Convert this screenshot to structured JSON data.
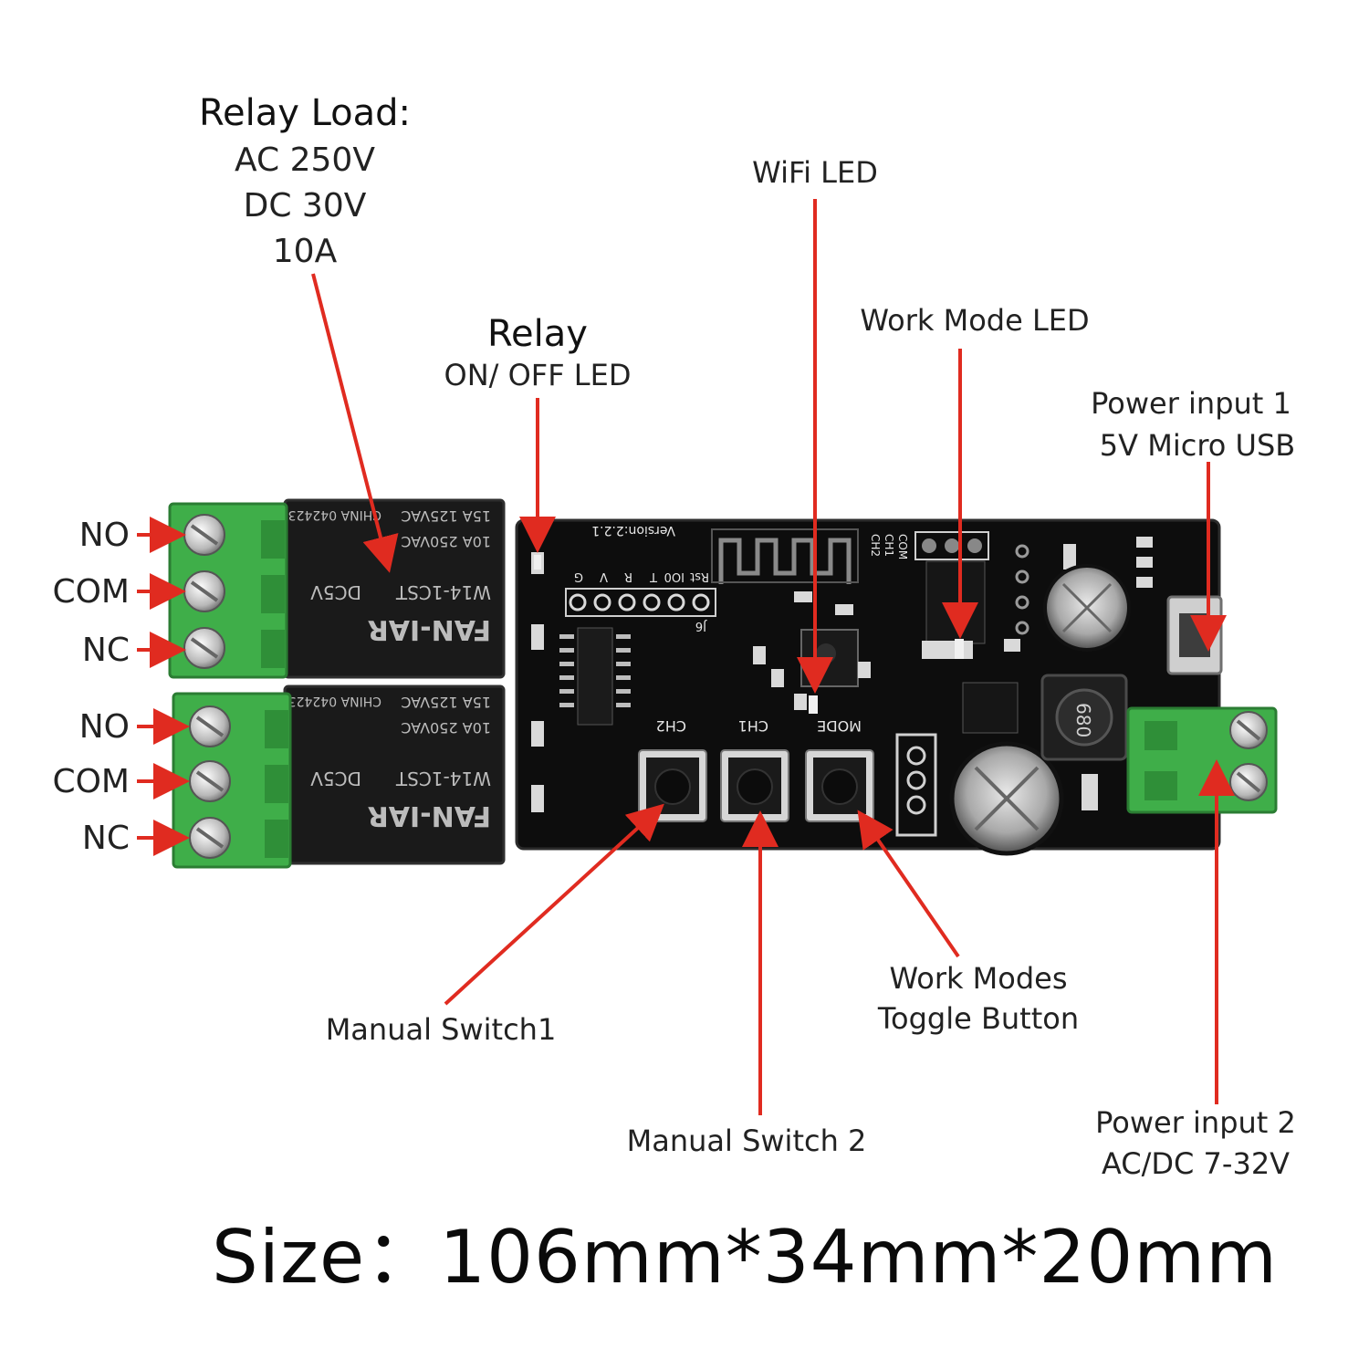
{
  "labels": {
    "relay_load": {
      "title": "Relay Load:",
      "lines": [
        "AC 250V",
        "DC 30V",
        "10A"
      ]
    },
    "relay_led": {
      "title": "Relay",
      "subtitle": "ON/ OFF LED"
    },
    "wifi_led": {
      "title": "WiFi LED"
    },
    "work_mode_led": {
      "title": "Work Mode LED"
    },
    "power_input_1": {
      "title": "Power input 1",
      "subtitle": "5V Micro USB"
    },
    "power_input_2": {
      "title": "Power input 2",
      "subtitle": "AC/DC 7-32V"
    },
    "manual_switch_1": "Manual Switch1",
    "manual_switch_2": "Manual Switch 2",
    "work_modes_toggle": {
      "line1": "Work Modes",
      "line2": "Toggle Button"
    }
  },
  "terminals": {
    "channel_1": [
      "NO",
      "COM",
      "NC"
    ],
    "channel_2": [
      "NO",
      "COM",
      "NC"
    ]
  },
  "board": {
    "version": "Version:2.2.1",
    "header_pins": [
      "G",
      "V",
      "R",
      "T",
      "IO0",
      "Rst"
    ],
    "header_name": "J6",
    "com_pins": [
      "COM",
      "CH1",
      "CH2"
    ],
    "relay_brand": "FAN-IAR",
    "relay_model": "W14-1CST",
    "relay_coil": "DC5V",
    "relay_rating_1": "15A 125VAC",
    "relay_rating_2": "10A 250VAC",
    "relay_origin": "CHINA 042423",
    "button_labels": [
      "CH2",
      "CH1",
      "MODE"
    ],
    "inductor_code": "680"
  },
  "footer": {
    "size": "Size：106mm*34mm*20mm"
  },
  "colors": {
    "arrow": "#e02b20",
    "board": "#0d0d0d",
    "terminal": "#3fae49",
    "relay": "#1a1a1a"
  }
}
